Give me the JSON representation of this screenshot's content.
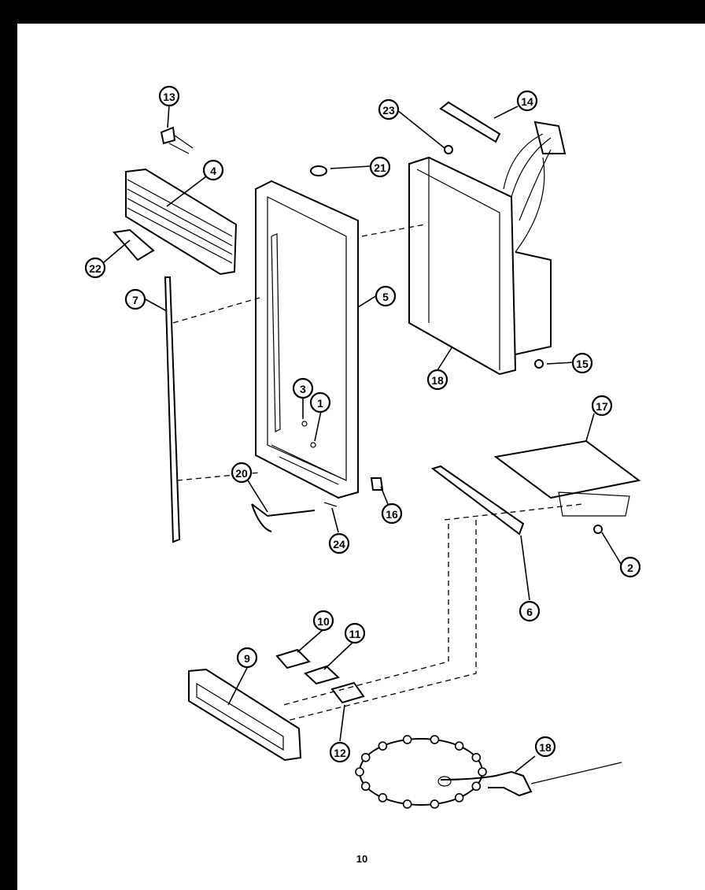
{
  "page_number": "10",
  "callouts": [
    {
      "id": "c13",
      "label": "13"
    },
    {
      "id": "c14",
      "label": "14"
    },
    {
      "id": "c23",
      "label": "23"
    },
    {
      "id": "c4",
      "label": "4"
    },
    {
      "id": "c21",
      "label": "21"
    },
    {
      "id": "c22",
      "label": "22"
    },
    {
      "id": "c7",
      "label": "7"
    },
    {
      "id": "c5",
      "label": "5"
    },
    {
      "id": "c18a",
      "label": "18"
    },
    {
      "id": "c15",
      "label": "15"
    },
    {
      "id": "c3",
      "label": "3"
    },
    {
      "id": "c1",
      "label": "1"
    },
    {
      "id": "c17",
      "label": "17"
    },
    {
      "id": "c20",
      "label": "20"
    },
    {
      "id": "c16",
      "label": "16"
    },
    {
      "id": "c24",
      "label": "24"
    },
    {
      "id": "c2",
      "label": "2"
    },
    {
      "id": "c6",
      "label": "6"
    },
    {
      "id": "c10",
      "label": "10"
    },
    {
      "id": "c11",
      "label": "11"
    },
    {
      "id": "c9",
      "label": "9"
    },
    {
      "id": "c12",
      "label": "12"
    },
    {
      "id": "c18b",
      "label": "18"
    }
  ]
}
